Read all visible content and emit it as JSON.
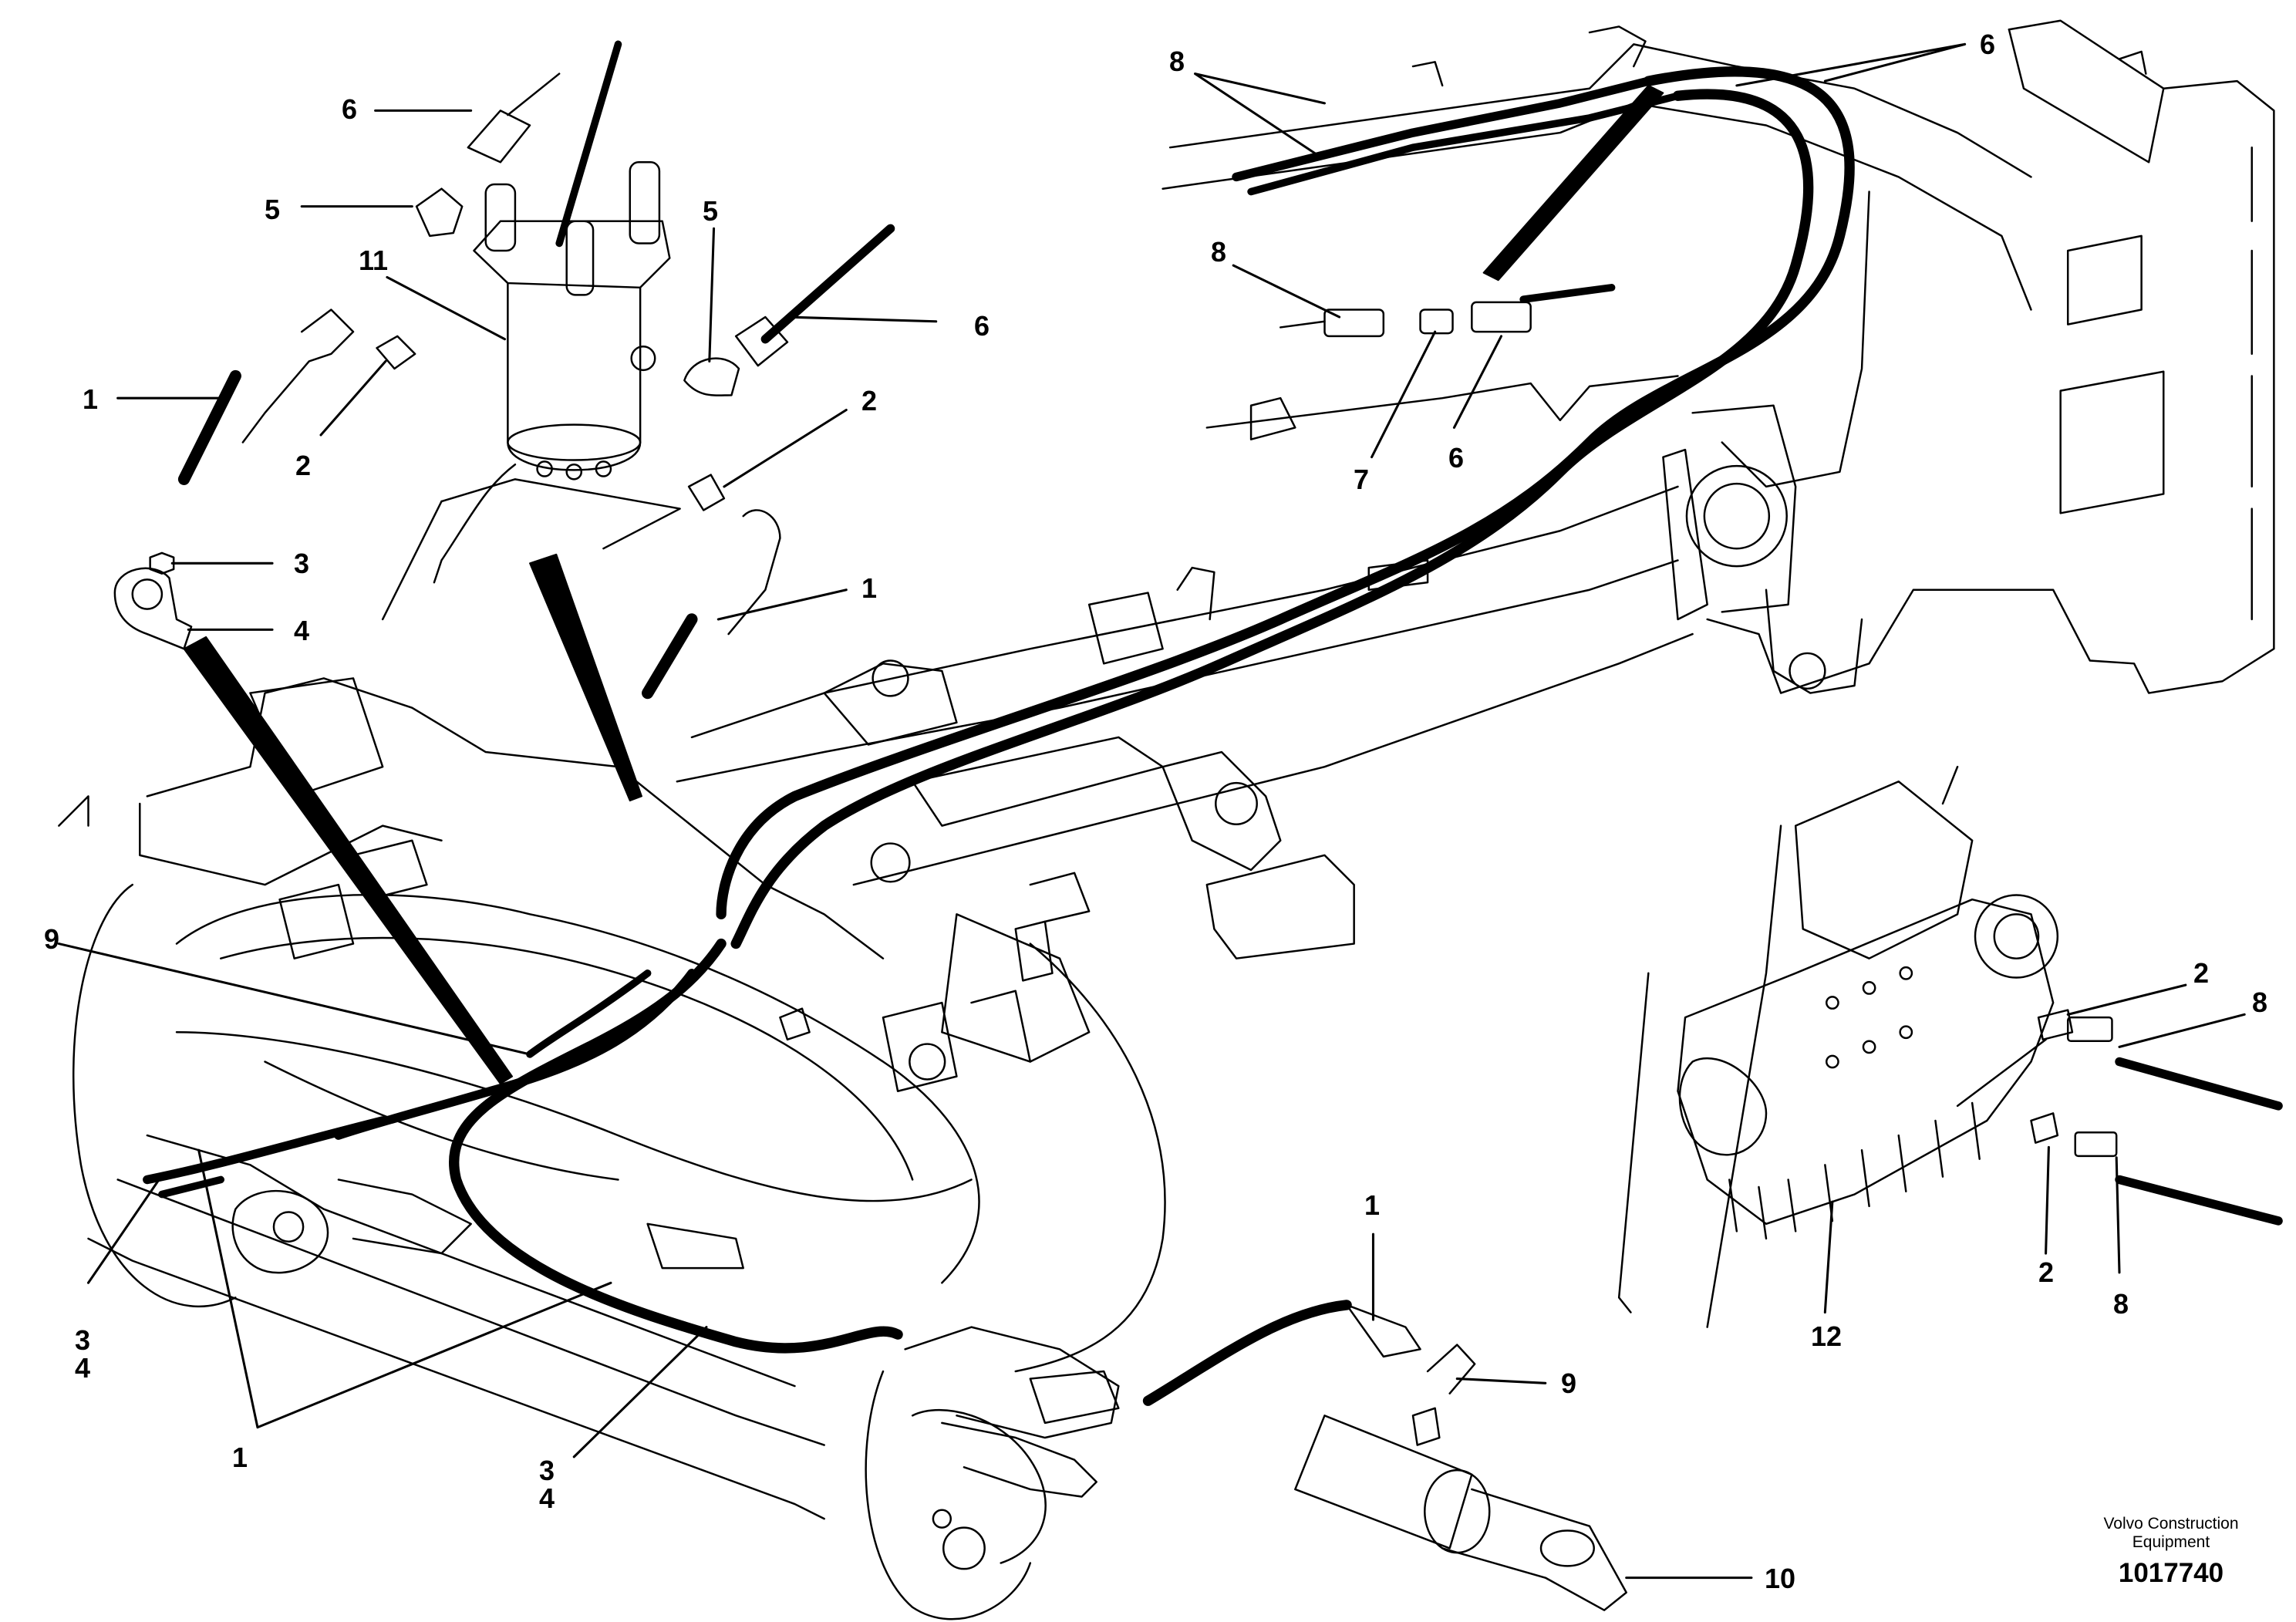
{
  "diagram": {
    "callouts": [
      {
        "id": "c-6-top",
        "text": "6"
      },
      {
        "id": "c-5-left",
        "text": "5"
      },
      {
        "id": "c-5-mid",
        "text": "5"
      },
      {
        "id": "c-11",
        "text": "11"
      },
      {
        "id": "c-6-mid",
        "text": "6"
      },
      {
        "id": "c-1-left",
        "text": "1"
      },
      {
        "id": "c-2-left",
        "text": "2"
      },
      {
        "id": "c-2-mid",
        "text": "2"
      },
      {
        "id": "c-3-top",
        "text": "3"
      },
      {
        "id": "c-1-mid",
        "text": "1"
      },
      {
        "id": "c-4-top",
        "text": "4"
      },
      {
        "id": "c-8-topright",
        "text": "8"
      },
      {
        "id": "c-6-topright",
        "text": "6"
      },
      {
        "id": "c-8-detail",
        "text": "8"
      },
      {
        "id": "c-7-detail",
        "text": "7"
      },
      {
        "id": "c-6-detail",
        "text": "6"
      },
      {
        "id": "c-9-left",
        "text": "9"
      },
      {
        "id": "c-34-left",
        "text": "3\n4"
      },
      {
        "id": "c-1-bottom",
        "text": "1"
      },
      {
        "id": "c-34-bottom",
        "text": "3\n4"
      },
      {
        "id": "c-1-lower",
        "text": "1"
      },
      {
        "id": "c-9-lower",
        "text": "9"
      },
      {
        "id": "c-10",
        "text": "10"
      },
      {
        "id": "c-2-valve-top",
        "text": "2"
      },
      {
        "id": "c-8-valve-top",
        "text": "8"
      },
      {
        "id": "c-2-valve-bottom",
        "text": "2"
      },
      {
        "id": "c-8-valve-bottom",
        "text": "8"
      },
      {
        "id": "c-12",
        "text": "12"
      }
    ],
    "caption": {
      "company": "Volvo Construction\nEquipment",
      "number": "1017740"
    }
  }
}
